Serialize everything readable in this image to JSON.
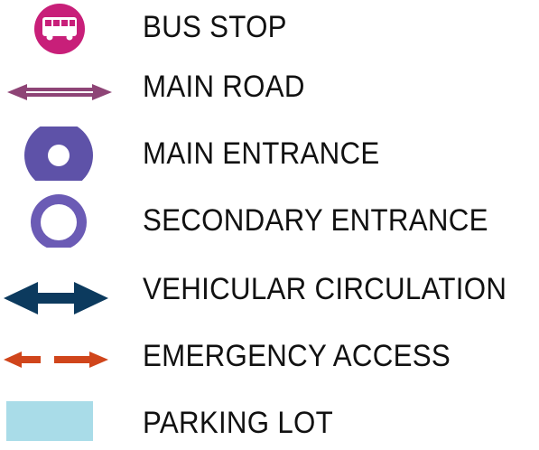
{
  "legend": {
    "items": [
      {
        "icon": "bus-stop-icon",
        "label": "BUS STOP",
        "color": "#C81F79"
      },
      {
        "icon": "main-road-icon",
        "label": "MAIN ROAD",
        "color": "#8E4476"
      },
      {
        "icon": "main-entrance-icon",
        "label": "MAIN ENTRANCE",
        "color": "#5E52A8"
      },
      {
        "icon": "secondary-entrance-icon",
        "label": "SECONDARY ENTRANCE",
        "color": "#6B5BB5"
      },
      {
        "icon": "vehicular-circulation-icon",
        "label": "VEHICULAR CIRCULATION",
        "color": "#0C3A5E"
      },
      {
        "icon": "emergency-access-icon",
        "label": "EMERGENCY ACCESS",
        "color": "#D0451B"
      },
      {
        "icon": "parking-lot-icon",
        "label": "PARKING LOT",
        "color": "#A9DCE8"
      }
    ]
  }
}
